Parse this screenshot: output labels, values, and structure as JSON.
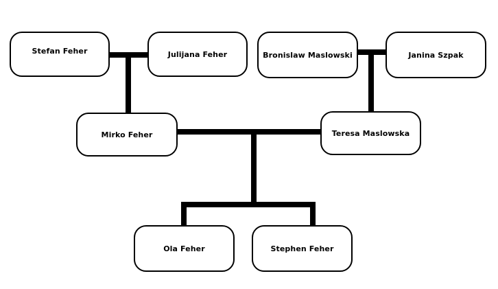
{
  "diagram": {
    "type": "family-tree",
    "people": {
      "stefan": "Stefan Feher",
      "julijana": "Julijana Feher",
      "bronislaw": "Bronislaw Maslowski",
      "janina": "Janina Szpak",
      "mirko": "Mirko Feher",
      "teresa": "Teresa Maslowska",
      "ola": "Ola Feher",
      "stephen": "Stephen Feher"
    },
    "marriages": [
      [
        "stefan",
        "julijana"
      ],
      [
        "bronislaw",
        "janina"
      ],
      [
        "mirko",
        "teresa"
      ]
    ],
    "parent_child": [
      {
        "parents": [
          "stefan",
          "julijana"
        ],
        "children": [
          "mirko"
        ]
      },
      {
        "parents": [
          "bronislaw",
          "janina"
        ],
        "children": [
          "teresa"
        ]
      },
      {
        "parents": [
          "mirko",
          "teresa"
        ],
        "children": [
          "ola",
          "stephen"
        ]
      }
    ],
    "colors": {
      "line": "#000000",
      "box_border": "#000000",
      "box_fill": "#ffffff",
      "text": "#000000"
    }
  }
}
